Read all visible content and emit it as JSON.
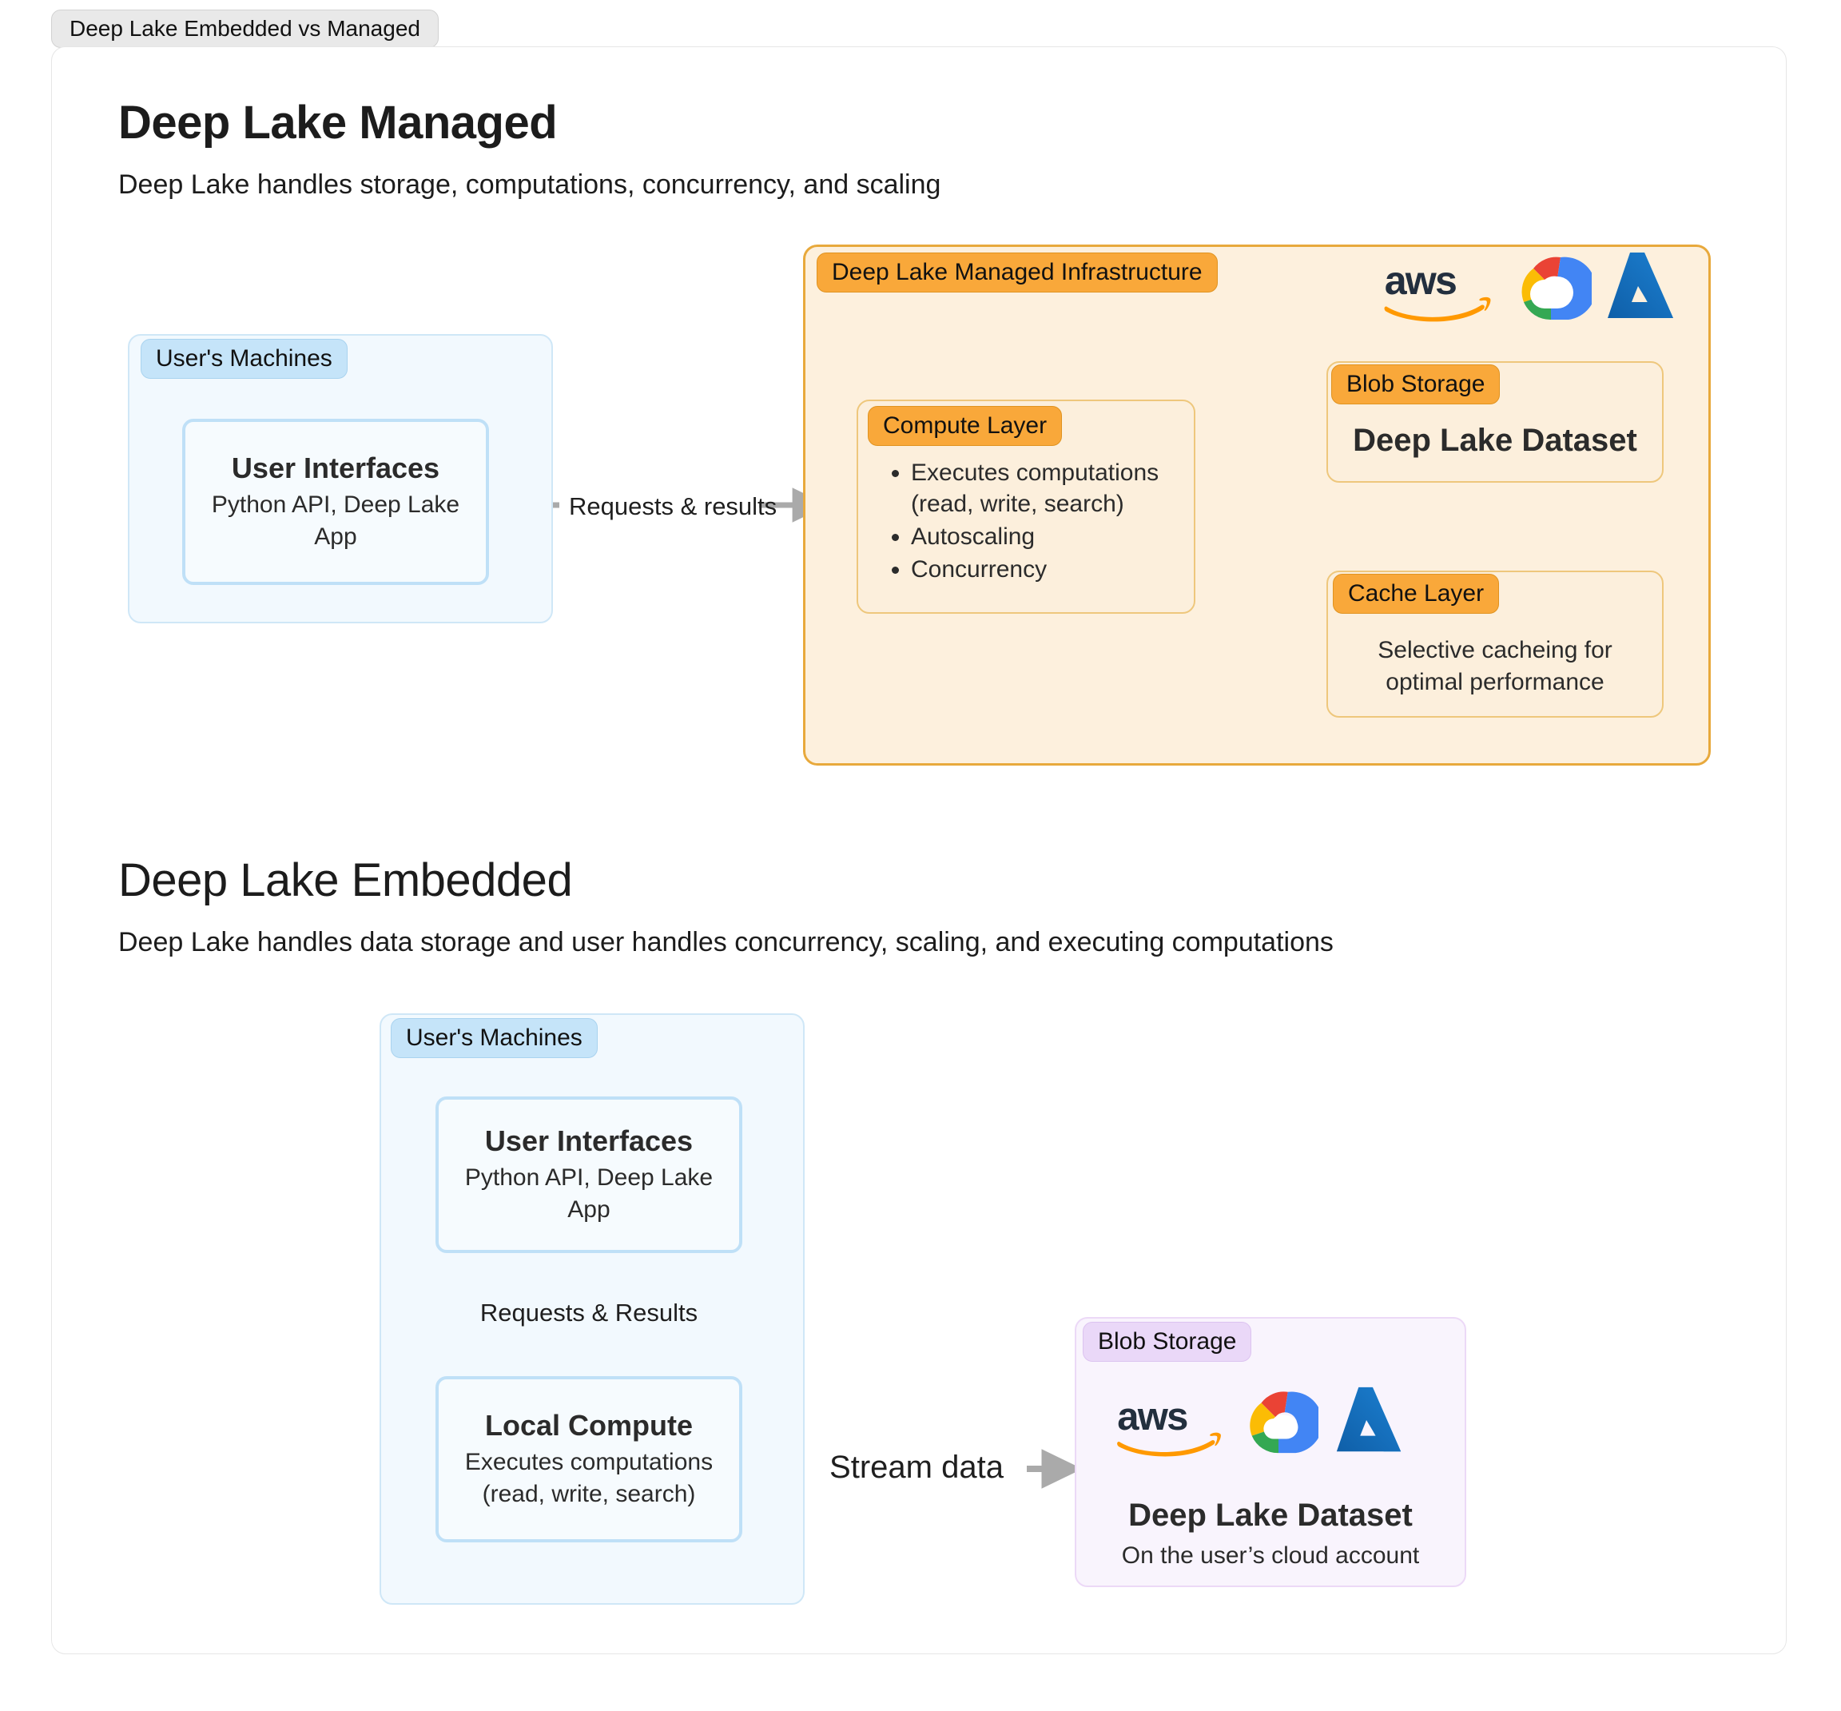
{
  "tab": {
    "label": "Deep Lake Embedded vs Managed"
  },
  "managed": {
    "title": "Deep Lake Managed",
    "subtitle": "Deep Lake handles storage, computations, concurrency, and scaling",
    "users_machines": {
      "pill": "User's Machines",
      "user_interfaces": {
        "title": "User Interfaces",
        "subtitle": "Python API, Deep Lake App"
      }
    },
    "infrastructure": {
      "pill": "Deep Lake Managed Infrastructure",
      "logos": [
        "aws-logo",
        "google-cloud-logo",
        "azure-logo"
      ],
      "compute_layer": {
        "pill": "Compute Layer",
        "bullets": [
          "Executes computations (read, write, search)",
          "Autoscaling",
          "Concurrency"
        ]
      },
      "blob_storage": {
        "pill": "Blob Storage",
        "title": "Deep Lake Dataset"
      },
      "cache_layer": {
        "pill": "Cache Layer",
        "text": "Selective cacheing for optimal performance"
      }
    },
    "arrow_label": "Requests & results"
  },
  "embedded": {
    "title": "Deep Lake Embedded",
    "subtitle": "Deep Lake handles data storage and user handles concurrency, scaling, and executing computations",
    "users_machines": {
      "pill": "User's Machines",
      "user_interfaces": {
        "title": "User Interfaces",
        "subtitle": "Python API, Deep Lake App"
      },
      "internal_arrow_label": "Requests & Results",
      "local_compute": {
        "title": "Local Compute",
        "subtitle": "Executes computations (read, write, search)"
      }
    },
    "blob_storage": {
      "pill": "Blob Storage",
      "logos": [
        "aws-logo",
        "google-cloud-logo",
        "azure-logo"
      ],
      "title": "Deep Lake Dataset",
      "subtitle": "On the user’s cloud account"
    },
    "arrow_label": "Stream data"
  },
  "colors": {
    "arrow": "#aaaaaa",
    "orange_pill": "#f9a83a",
    "orange_border": "#e8a93c",
    "orange_fill": "#fdf0dd",
    "blue_pill": "#c5e4f9",
    "blue_fill": "#f2f9fe",
    "purple_pill": "#ead8f8",
    "purple_fill": "#f9f4fd"
  }
}
